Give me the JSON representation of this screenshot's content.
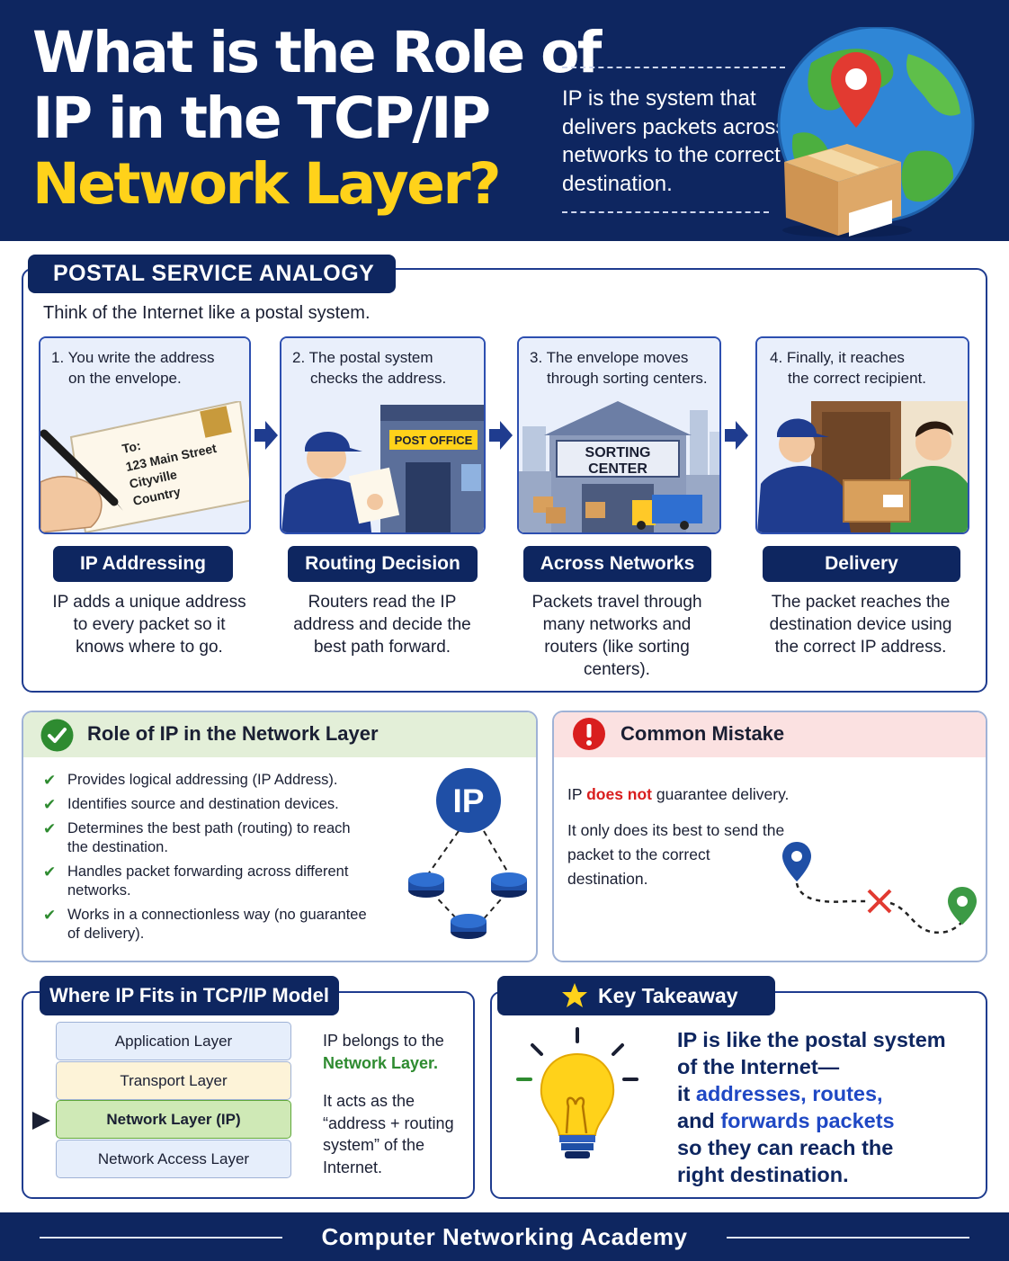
{
  "header": {
    "title_line1": "What is the Role of",
    "title_line2": "IP in the TCP/IP",
    "title_line3": "Network Layer?",
    "tagline": "IP is the system that delivers packets across networks to the correct destination."
  },
  "postal": {
    "heading": "POSTAL SERVICE ANALOGY",
    "intro": "Think of the Internet like a postal system.",
    "steps": [
      {
        "num": "1.",
        "caption_a": "You write the address",
        "caption_b": "on the envelope.",
        "envelope": [
          "To:",
          "123 Main Street",
          "Cityville",
          "Country"
        ],
        "pill": "IP Addressing",
        "desc": [
          "IP adds a unique address",
          "to every packet so it",
          "knows where to go."
        ]
      },
      {
        "num": "2.",
        "caption_a": "The postal system",
        "caption_b": "checks the address.",
        "sign": "POST OFFICE",
        "pill": "Routing Decision",
        "desc": [
          "Routers read the IP",
          "address and decide the",
          "best path forward."
        ]
      },
      {
        "num": "3.",
        "caption_a": "The envelope moves",
        "caption_b": "through sorting centers.",
        "sign": [
          "SORTING",
          "CENTER"
        ],
        "pill": "Across Networks",
        "desc": [
          "Packets travel through",
          "many networks and",
          "routers (like sorting",
          "centers)."
        ]
      },
      {
        "num": "4.",
        "caption_a": "Finally, it reaches",
        "caption_b": "the correct recipient.",
        "pill": "Delivery",
        "desc": [
          "The packet reaches the",
          "destination device using",
          "the correct IP address."
        ]
      }
    ]
  },
  "role": {
    "title": "Role of IP in the Network Layer",
    "items": [
      [
        "Provides logical addressing (IP Address)."
      ],
      [
        "Identifies source and destination devices."
      ],
      [
        "Determines the best path (routing) to reach",
        "the destination."
      ],
      [
        "Handles packet forwarding across different",
        "networks."
      ],
      [
        "Works in a connectionless way (no guarantee",
        "of delivery)."
      ]
    ],
    "badge": "IP"
  },
  "mistake": {
    "title": "Common Mistake",
    "line1_a": "IP ",
    "line1_b": "does not",
    "line1_c": " guarantee delivery.",
    "line2": "It only does its best to send the packet to the correct destination."
  },
  "model": {
    "title": "Where IP Fits in TCP/IP Model",
    "layers": [
      "Application Layer",
      "Transport Layer",
      "Network Layer (IP)",
      "Network Access Layer"
    ],
    "layer_colors": [
      "#e6eefb",
      "#fdf3d8",
      "#cfe9b6",
      "#e6eefb"
    ],
    "text1_a": "IP belongs to the",
    "text1_b": "Network Layer.",
    "text2": "It acts as the “address + routing system” of the Internet."
  },
  "takeaway": {
    "title": "Key Takeaway",
    "l1": "IP is like the postal system",
    "l2": "of the Internet—",
    "l3a": "it ",
    "l3b": "addresses, routes,",
    "l4a": "and ",
    "l4b": "forwards packets",
    "l5": "so they can reach the",
    "l6": "right destination."
  },
  "footer": {
    "text": "Computer Networking Academy"
  },
  "colors": {
    "navy": "#0e2660",
    "yellow": "#ffd21a",
    "green": "#2e8b30",
    "red": "#d91e1e",
    "blue": "#1f48c4"
  }
}
